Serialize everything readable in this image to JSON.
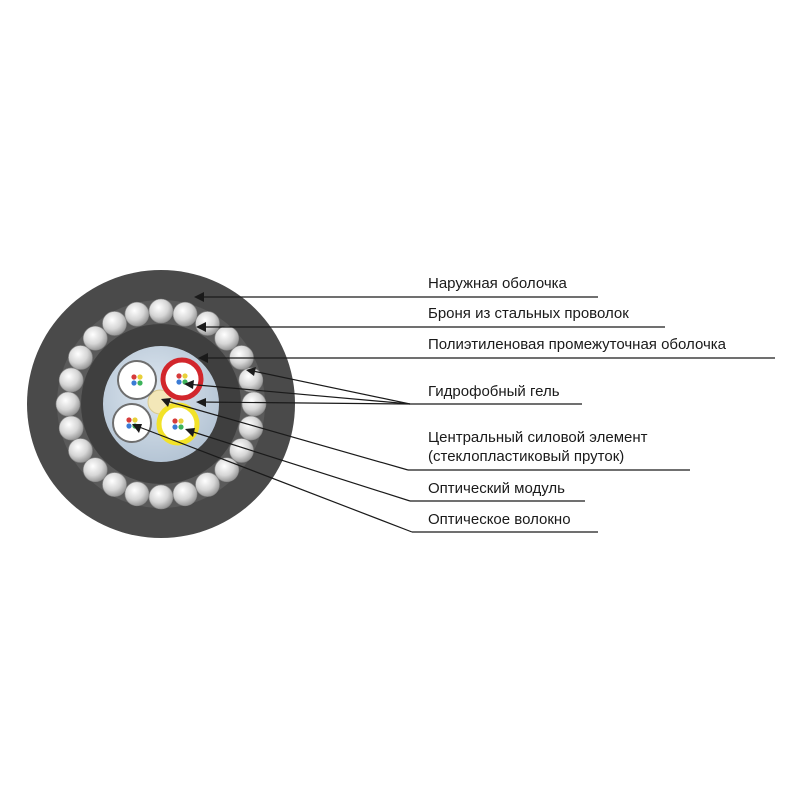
{
  "labels": [
    "Наружная оболочка",
    "Броня из стальных проволок",
    "Полиэтиленовая промежуточная оболочка",
    "Гидрофобный гель",
    "Центральный силовой элемент",
    "(стеклопластиковый пруток)",
    "Оптический модуль",
    "Оптическое волокно"
  ],
  "colors": {
    "outer_sheath": "#4a4a4a",
    "inner_sheath": "#3f3f3f",
    "armor_wire": "#d8d8d8",
    "gel": "#c8d6e4",
    "central_member": "#f3e7b8",
    "module_white": "#ffffff",
    "module_red": "#d2262c",
    "module_yellow": "#f2e228",
    "leader_line": "#1a1a1a",
    "fiber_colors": [
      "#d63b3b",
      "#e8d03a",
      "#3a7bd5",
      "#3db35a"
    ]
  }
}
